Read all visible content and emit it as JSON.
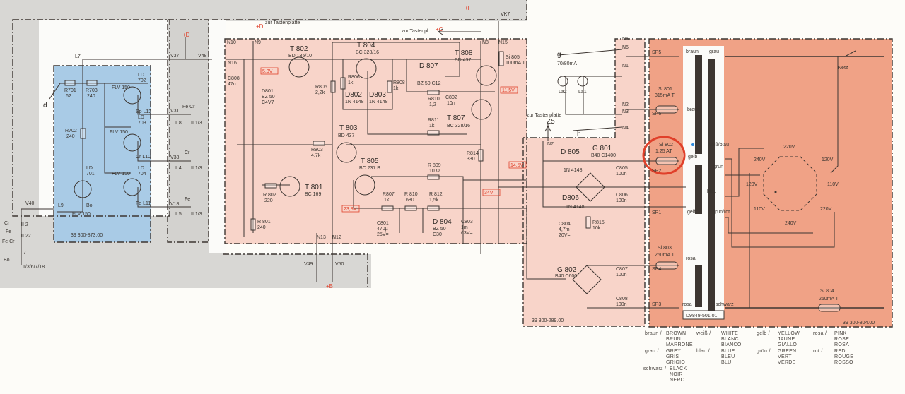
{
  "title": "Power supply and display board schematic",
  "colors": {
    "led_board": "#a9cbe6",
    "main_board": "#f8d4c9",
    "mains_board": "#f0a286",
    "grey": "#d8d7d4",
    "highlight": "#e0402a"
  },
  "highlight": {
    "component": "Si 802",
    "label": "1,25 AT",
    "icon": "red-circle-highlight"
  },
  "labels": {
    "l7": "L7",
    "r701": "R701",
    "r701v": "62",
    "r703": "R703",
    "r703v": "240",
    "ld702": "LD",
    "ld702n": "702",
    "flv1": "FLV 150",
    "spl12": "Sp L12",
    "r702": "R702",
    "r702v": "240",
    "ld703": "LD",
    "ld703n": "703",
    "flv2": "FLV 150",
    "crl10": "Cr L10",
    "ld701": "LD",
    "ld701n": "701",
    "ld704": "LD",
    "ld704n": "704",
    "flv3": "FLV 150",
    "fel11": "Fe L11",
    "bo": "Bo",
    "flv4": "FLV 150",
    "l9": "L9",
    "v40": "V40",
    "board873": "39 300-873.00",
    "d": "d",
    "v37": "V37",
    "v48": "V48",
    "v31": "V31",
    "fecr": "Fe Cr",
    "ii8": "II 8",
    "ii13a": "II 1/3",
    "v38": "V38",
    "cr": "Cr",
    "ii4": "II 4",
    "ii13b": "II 1/3",
    "v18": "V18",
    "fe": "Fe",
    "ii5": "II 5",
    "ii13c": "II 1/3",
    "s_cr": "Cr",
    "s_ii2": "II 2",
    "s_fe": "Fe",
    "s_ii22": "II 22",
    "s_fecr": "Fe Cr",
    "s_7": "7",
    "s_bo": "Bo",
    "s_1367": "1/3/6/7/18",
    "pd_left": "+D",
    "zur1": "zur Tastenplatte",
    "pd": "+D",
    "n10": "N10",
    "n9": "N9",
    "n16": "N16",
    "c808": "C808",
    "c808v": "47n",
    "v53": "5,3V",
    "d801": "D801",
    "d801a": "BZ 50",
    "d801b": "C4V7",
    "t802": "T 802",
    "t802v": "BD 135/10",
    "t804": "T 804",
    "t804v": "BC 328/16",
    "r805": "R805",
    "r805v": "2,2k",
    "r806": "R806",
    "r806v": "1k",
    "r808": "R808",
    "r808v": "1k",
    "d802": "D802",
    "d802v": "1N 4148",
    "d803": "D803",
    "d803v": "1N 4148",
    "d807": "D 807",
    "d807v": "BZ 50 C12",
    "t808": "T 808",
    "t808v": "BD 437",
    "r810": "R810",
    "r810v": "1,2",
    "c802": "C802",
    "c802v": "10n",
    "t807": "T 807",
    "t807v": "BC 328/16",
    "r811": "R811",
    "r811v": "1k",
    "v115": "11,5V",
    "t803": "T 803",
    "t803v": "BD 437",
    "n8": "N8",
    "n15": "N15",
    "si805": "Si 805",
    "si805v": "100mA T",
    "vk7": "VK7",
    "pf": "+F",
    "zur2": "zur Tastenpl.",
    "pc": "+C",
    "r803": "R803",
    "r803v": "4,7k",
    "t801": "T 801",
    "t801v": "BC 169",
    "r802": "R 802",
    "r802v": "220",
    "r801": "R 801",
    "r801v": "240",
    "t805": "T 805",
    "t805v": "BC 237 B",
    "r809": "R 809",
    "r809v": "10 Ω",
    "r814": "R814",
    "r814v": "330",
    "r807": "R807",
    "r807v": "1k",
    "r816": "R 810",
    "r816v": "680",
    "r812": "R 812",
    "r812v": "1,5k",
    "c801": "C801",
    "c801a": "470µ",
    "c801b": "25V=",
    "d804": "D 804",
    "d804a": "BZ 50",
    "d804b": "C30",
    "c803": "C803",
    "c803a": "1m",
    "c803b": "63V=",
    "v238": "23,8V",
    "v34": "34V",
    "v145": "14,5V",
    "n13": "N13",
    "n12": "N12",
    "v49": "V49",
    "v50": "V50",
    "pb": "+B",
    "g": "g",
    "n5": "N5",
    "n6": "N6",
    "n1": "N1",
    "ma": "70/80mA",
    "la2": "La2",
    "la1": "La1",
    "n2": "N2",
    "n3": "N3",
    "n4": "N4",
    "zur3": "zur Tastenplatte",
    "z5": "Z5",
    "h": "h",
    "n7": "N7",
    "d805": "D 805",
    "d805v": "1N 4148",
    "g801": "G 801",
    "g801v": "B40 C1400",
    "c805": "C805",
    "c805v": "100n",
    "d806": "D806",
    "c806": "C806",
    "c806v": "100n",
    "d806v": "1N 4148",
    "c804": "C804",
    "c804a": "4,7m",
    "c804b": "20V=",
    "r815": "R815",
    "r815v": "10k",
    "g802": "G 802",
    "g802v": "B40 C600",
    "c807": "C807",
    "c807v": "100n",
    "c809": "C808",
    "c809v": "100n",
    "board289": "39 300-289.00",
    "sp5": "SP5",
    "braun1": "braun",
    "grau": "grau",
    "netz": "Netz",
    "si801": "Si 801",
    "si801v": "315mA T",
    "sp6": "SP6",
    "braun2": "braun",
    "si802": "Si 802",
    "si802v": "1,25 AT",
    "sp2": "SP2",
    "gelb1": "gelb",
    "weissblau": "weiß/blau",
    "gruen1": "grün",
    "blau": "blau",
    "sp1": "SP1",
    "gelb2": "gelb",
    "gruenrot": "grün/rot",
    "t220a": "220V",
    "t240a": "240V",
    "t120a": "120V",
    "t120b": "120V",
    "t110a": "110V",
    "t110b": "110V",
    "t220b": "220V",
    "t240b": "240V",
    "si803": "Si 803",
    "si803v": "250mA T",
    "sp4": "SP4",
    "rosa1": "rosa",
    "sp3": "SP3",
    "rosa2": "rosa",
    "schwarz": "schwarz",
    "trafo": "D9849-501.01",
    "si804": "Si 804",
    "si804v": "250mA T",
    "board804": "39 300-804.00"
  },
  "legend": [
    {
      "de": "braun /",
      "tr": [
        "BROWN",
        "BRUN",
        "MARRONE"
      ]
    },
    {
      "de": "grau /",
      "tr": [
        "GREY",
        "GRIS",
        "GRIGIO"
      ]
    },
    {
      "de": "schwarz /",
      "tr": [
        "BLACK",
        "NOIR",
        "NERO"
      ]
    },
    {
      "de": "weiß /",
      "tr": [
        "WHITE",
        "BLANC",
        "BIANCO"
      ]
    },
    {
      "de": "blau /",
      "tr": [
        "BLUE",
        "BLEU",
        "BLU"
      ]
    },
    {
      "de": "gelb /",
      "tr": [
        "YELLOW",
        "JAUNE",
        "GIALLO"
      ]
    },
    {
      "de": "grün /",
      "tr": [
        "GREEN",
        "VERT",
        "VERDE"
      ]
    },
    {
      "de": "rosa /",
      "tr": [
        "PINK",
        "ROSE",
        "ROSA"
      ]
    },
    {
      "de": "rot /",
      "tr": [
        "RED",
        "ROUGE",
        "ROSSO"
      ]
    }
  ]
}
